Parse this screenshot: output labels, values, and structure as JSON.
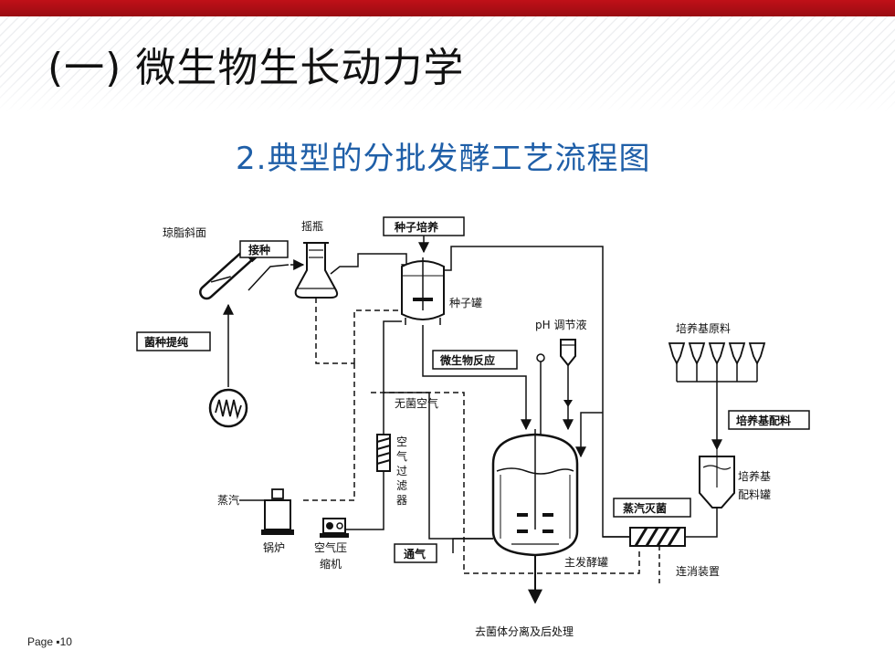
{
  "slide": {
    "title": "(一) 微生物生长动力学",
    "subtitle": "2.典型的分批发酵工艺流程图",
    "page_label": "Page ▪10"
  },
  "colors": {
    "accent_red": "#c01018",
    "subtitle_blue": "#1f5fa8",
    "diagram_ink": "#111111"
  },
  "diagram": {
    "agar_slant": "琼脂斜面",
    "inoculation": "接种",
    "shake_flask": "摇瓶",
    "seed_culture": "种子培养",
    "seed_tank": "种子罐",
    "strain_purification": "菌种提纯",
    "ph_solution": "pH 调节液",
    "microbial_reaction": "微生物反应",
    "medium_raw_materials": "培养基原料",
    "sterile_air": "无菌空气",
    "medium_preparation": "培养基配料",
    "air_filter": [
      "空",
      "气",
      "过",
      "滤",
      "器"
    ],
    "medium_tank_line1": "培养基",
    "medium_tank_line2": "配料罐",
    "steam": "蒸汽",
    "steam_sterilization": "蒸汽灭菌",
    "boiler": "锅炉",
    "compressor_line1": "空气压",
    "compressor_line2": "缩机",
    "aeration": "通气",
    "main_fermenter": "主发酵罐",
    "continuous_sterilizer": "连消装置",
    "downstream": "去菌体分离及后处理"
  }
}
